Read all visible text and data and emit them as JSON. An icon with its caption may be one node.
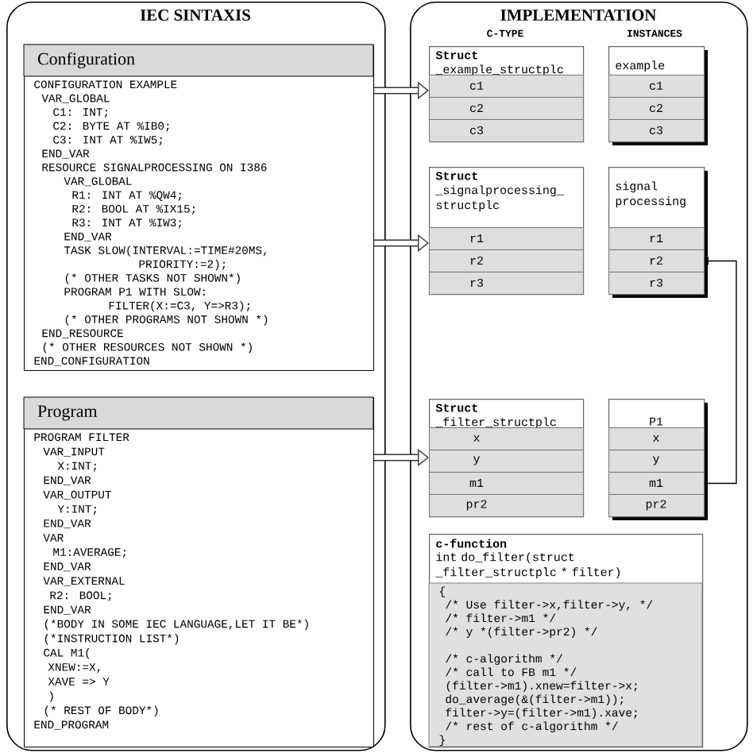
{
  "diagram": {
    "nodes": [
      {
        "text": [
          "IEC SINTAXIS"
        ]
      },
      {
        "text": [
          "Configuration",
          "CONFIGURATION EXAMPLE",
          "VAR_GLOBAL",
          "C1: INT;",
          "C2: BYTE AT %IB0;",
          "C3: INT AT %IW5;",
          "END_VAR",
          "RESOURCE SIGNALPROCESSING ON I386",
          "VAR_GLOBAL",
          "R1: INT AT %QW4;",
          "R2: BOOL AT %IX15;",
          "R3: INT AT %IW3;",
          "END_VAR",
          "TASK SLOW(INTERVAL:=TIME#20MS,",
          "PRIORITY:=2);",
          "(* OTHER TASKS NOT SHOWN*)",
          "PROGRAM P1 WITH SLOW:",
          "FILTER(X:=C3, Y=>R3);",
          "(* OTHER PROGRAMS NOT SHOWN *)",
          "END_RESOURCE",
          "(* OTHER RESOURCES NOT SHOWN *)",
          "END_CONFIGURATION"
        ],
        "in": 0
      },
      {
        "text": [
          "Program",
          "PROGRAM FILTER",
          "VAR_INPUT",
          "X:INT;",
          "END_VAR",
          "VAR_OUTPUT",
          "Y:INT;",
          "END_VAR",
          "VAR",
          "M1:AVERAGE;",
          "END_VAR",
          "VAR_EXTERNAL",
          "R2: BOOL;",
          "END_VAR",
          "(*BODY IN SOME IEC LANGUAGE,LET IT BE*)",
          "(*INSTRUCTION LIST*)",
          "CAL M1(",
          "XNEW:=X,",
          "XAVE => Y",
          ")",
          "(* REST OF BODY*)",
          "END_PROGRAM"
        ],
        "in": 0
      },
      {
        "text": [
          "IMPLEMENTATION"
        ]
      },
      {
        "text": [
          "Struct",
          "_example_structplc"
        ],
        "in": 3
      },
      {
        "text": [
          "c1"
        ],
        "in": 4
      },
      {
        "text": [
          "c2"
        ],
        "in": 4
      },
      {
        "text": [
          "c3"
        ],
        "in": 4
      },
      {
        "text": [
          "example"
        ],
        "in": 3
      },
      {
        "text": [
          "c1"
        ],
        "in": 8
      },
      {
        "text": [
          "c2"
        ],
        "in": 8
      },
      {
        "text": [
          "c3"
        ],
        "in": 8
      },
      {
        "text": [
          "Struct",
          "_signalprocessing_ structplc"
        ],
        "in": 3
      },
      {
        "text": [
          "r1"
        ],
        "in": 12
      },
      {
        "text": [
          "r2"
        ],
        "in": 12
      },
      {
        "text": [
          "r3"
        ],
        "in": 12
      },
      {
        "text": [
          "signal processing"
        ],
        "in": 3
      },
      {
        "text": [
          "r1"
        ],
        "in": 16
      },
      {
        "text": [
          "r2"
        ],
        "in": 16
      },
      {
        "text": [
          "r3"
        ],
        "in": 16
      },
      {
        "text": [
          "Struct",
          "_filter_structplc"
        ],
        "in": 3
      },
      {
        "text": [
          "x"
        ],
        "in": 20
      },
      {
        "text": [
          "y"
        ],
        "in": 20
      },
      {
        "text": [
          "m1"
        ],
        "in": 20
      },
      {
        "text": [
          "pr2"
        ],
        "in": 20
      },
      {
        "text": [
          "P1"
        ],
        "in": 3
      },
      {
        "text": [
          "x"
        ],
        "in": 25
      },
      {
        "text": [
          "y"
        ],
        "in": 25
      },
      {
        "text": [
          "m1"
        ],
        "in": 25
      },
      {
        "text": [
          "pr2"
        ],
        "in": 25
      },
      {
        "text": [
          "c-function",
          "int do_filter(struct _filter_structplc * filter)",
          "{",
          "/* Use filter->x,filter->y, */",
          "/* filter->m1 */",
          "/* y *(filter->pr2) */",
          "/* c-algorithm */",
          "/* call to FB m1 */",
          "(filter->m1).xnew=filter->x;",
          "do_average(&(filter->m1));",
          "filter->y=(filter->m1).xave;",
          "/* rest of c-algorithm */",
          "}"
        ],
        "in": 3
      }
    ],
    "edges": [
      {
        "from": 1,
        "to": 4,
        "arrow": "to"
      },
      {
        "from": 1,
        "to": 12,
        "arrow": "to"
      },
      {
        "from": 2,
        "to": 20,
        "arrow": "to"
      },
      {
        "from": 18,
        "to": 28,
        "arrow": "other"
      }
    ],
    "labels": [
      "C-TYPE",
      "INSTANCES"
    ]
  }
}
